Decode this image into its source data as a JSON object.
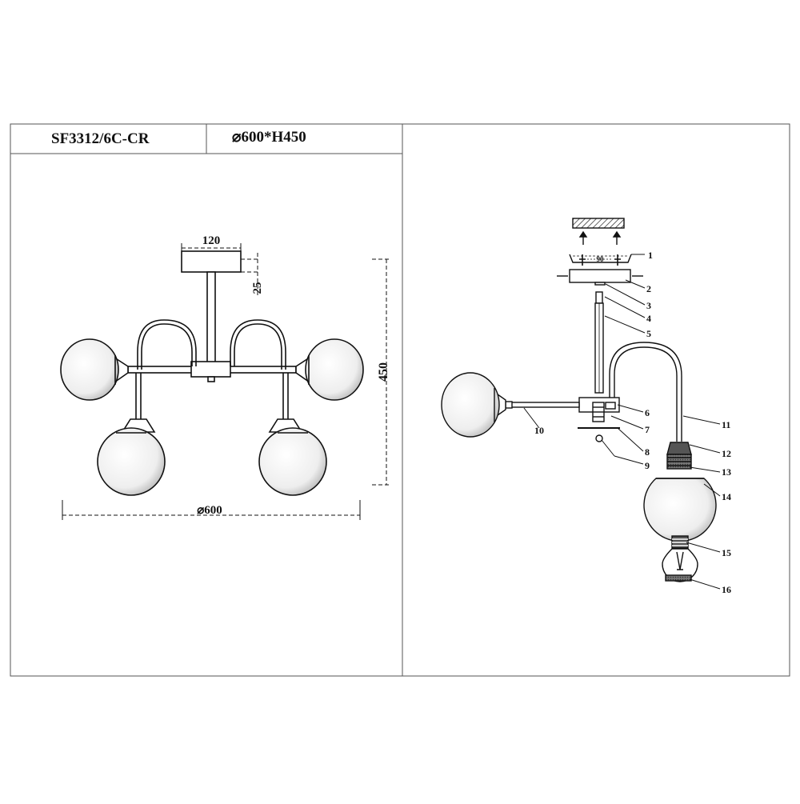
{
  "header": {
    "model": "SF3312/6C-CR",
    "size": "⌀600*H450"
  },
  "dimensions": {
    "canopy_width": "120",
    "canopy_height": "25",
    "total_height": "450",
    "diameter": "⌀600",
    "bracket_width": "90"
  },
  "parts": [
    "1",
    "2",
    "3",
    "4",
    "5",
    "6",
    "7",
    "8",
    "9",
    "10",
    "11",
    "12",
    "13",
    "14",
    "15",
    "16"
  ],
  "colors": {
    "line": "#111111",
    "border": "#555555",
    "glass": "#f2f2f2"
  }
}
